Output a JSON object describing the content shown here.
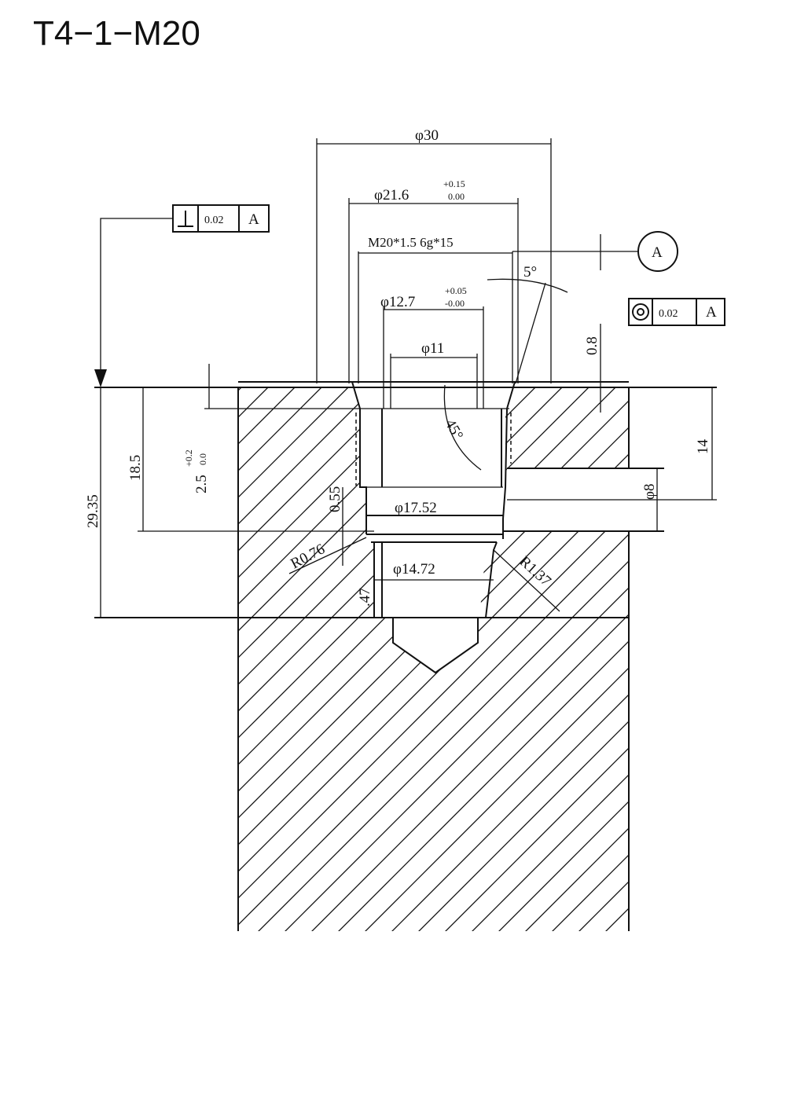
{
  "title": "T4−1−M20",
  "dimensions": {
    "phi30": "φ30",
    "phi21_6": "φ21.6",
    "phi21_6_tol_upper": "+0.15",
    "phi21_6_tol_lower": "0.00",
    "thread": "M20*1.5 6g*15",
    "phi12_7": "φ12.7",
    "phi12_7_tol_upper": "+0.05",
    "phi12_7_tol_lower": "-0.00",
    "phi11": "φ11",
    "angle_5": "5°",
    "angle_45": "45°",
    "d_0_8": "0.8",
    "d_14": "14",
    "phi8": "φ8",
    "d_18_5": "18.5",
    "d_2_5": "2.5",
    "d_2_5_tol_upper": "+0.2",
    "d_2_5_tol_lower": "0.0",
    "d_29_35": "29.35",
    "d_0_55": "0.55",
    "phi17_52": "φ17.52",
    "r0_76": "R0.76",
    "phi14_72": "φ14.72",
    "r1_37": "R1.37",
    "d_47": ".47"
  },
  "datum_label": "A",
  "fcf_perpendicularity": {
    "symbol": "⊥",
    "tolerance": "0.02",
    "datum": "A"
  },
  "fcf_concentricity": {
    "symbol": "◎",
    "tolerance": "0.02",
    "datum": "A"
  }
}
